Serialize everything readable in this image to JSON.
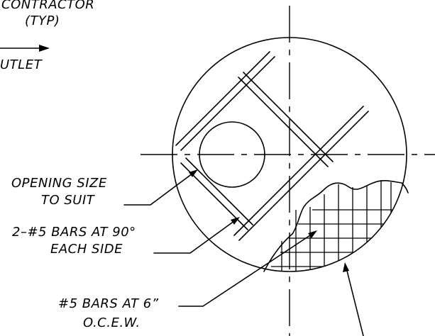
{
  "notes": {
    "contractor_line1": "CONTRACTOR",
    "contractor_line2": "(TYP)",
    "outlet": "UTLET",
    "opening_line1": "OPENING SIZE",
    "opening_line2": "TO SUIT",
    "bars90_line1": "2–#5 BARS AT 90°",
    "bars90_line2": "EACH SIDE",
    "bars6_line1": "#5 BARS AT 6”",
    "bars6_line2": "O.C.E.W."
  }
}
